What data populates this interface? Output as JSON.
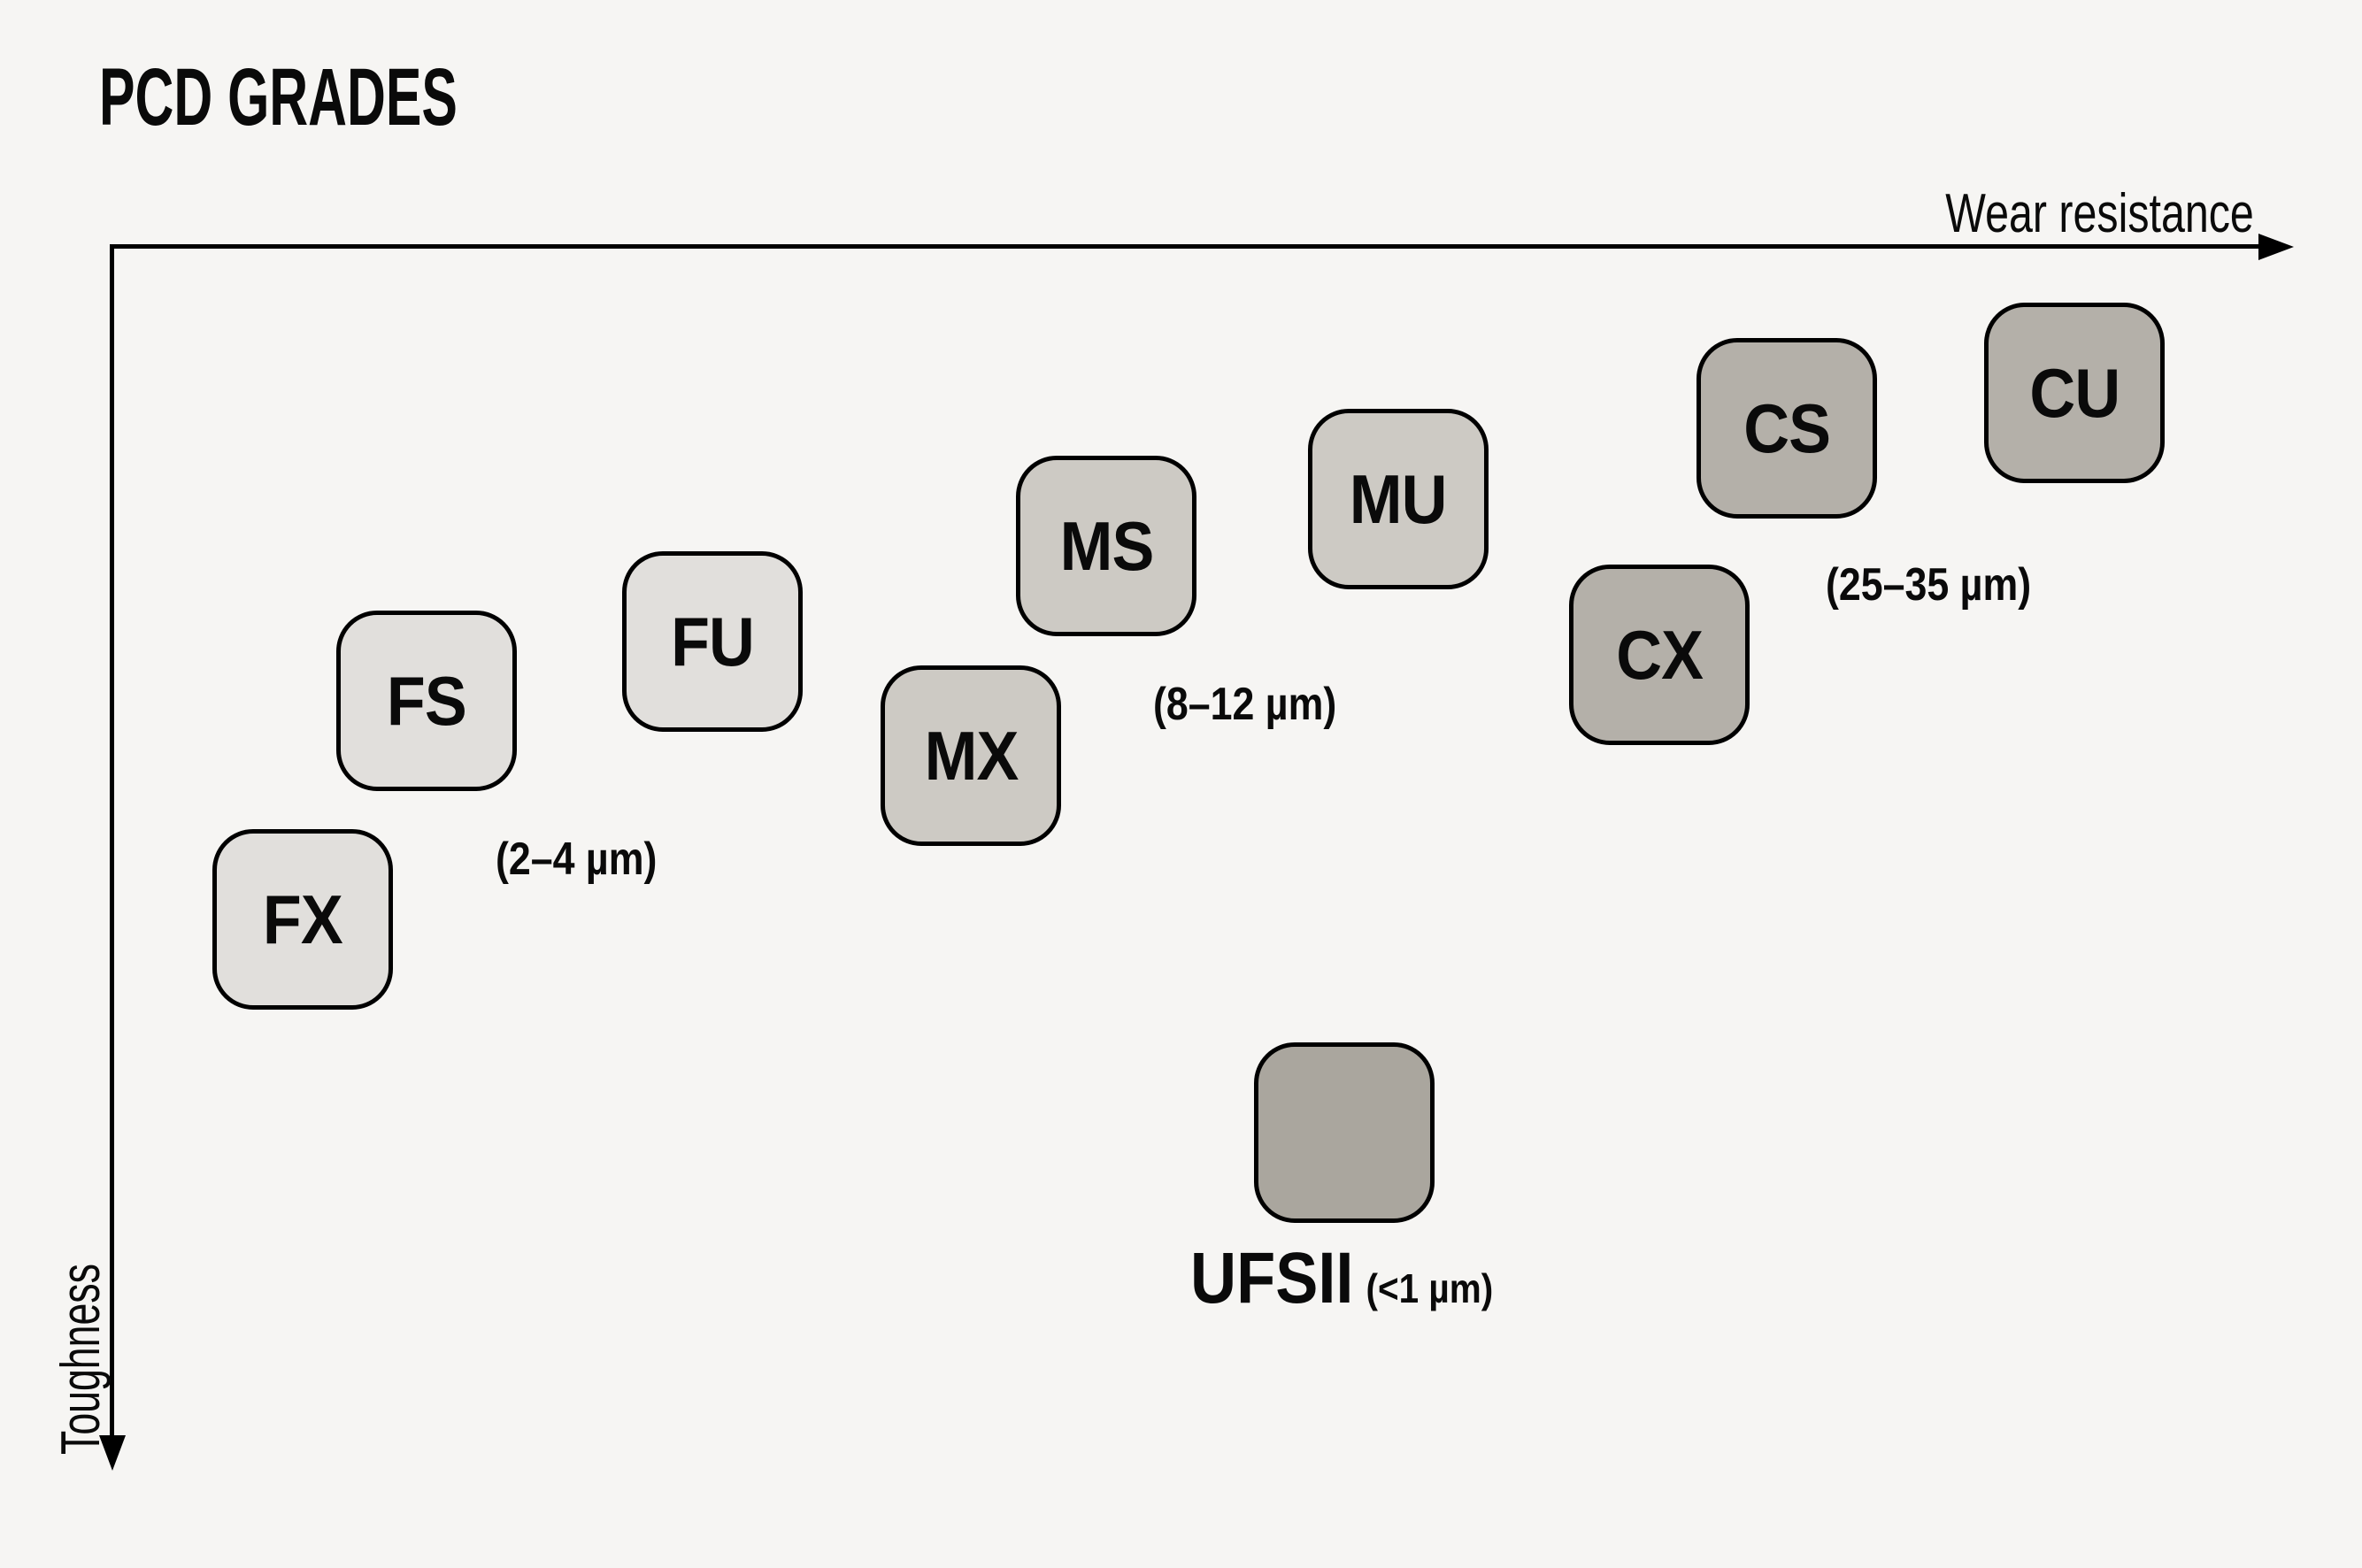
{
  "title": "PCD GRADES",
  "axes": {
    "x_label": "Wear resistance",
    "y_label": "Toughness"
  },
  "groups": [
    {
      "grain_size": "(2–4 µm)",
      "grades": [
        "FX",
        "FS",
        "FU"
      ]
    },
    {
      "grain_size": "(8–12 µm)",
      "grades": [
        "MX",
        "MS",
        "MU"
      ]
    },
    {
      "grain_size": "(25–35 µm)",
      "grades": [
        "CX",
        "CS",
        "CU"
      ]
    },
    {
      "grain_size": "(<1 µm)",
      "grades": [
        "UFSII"
      ]
    }
  ],
  "colors": {
    "background": "#f6f5f3",
    "ink": "#0a0a0a",
    "grade_fine": "#e1dfdc",
    "grade_medium": "#cdcac4",
    "grade_coarse": "#b4b0a9",
    "grade_ultrafine": "#aaa69e"
  }
}
